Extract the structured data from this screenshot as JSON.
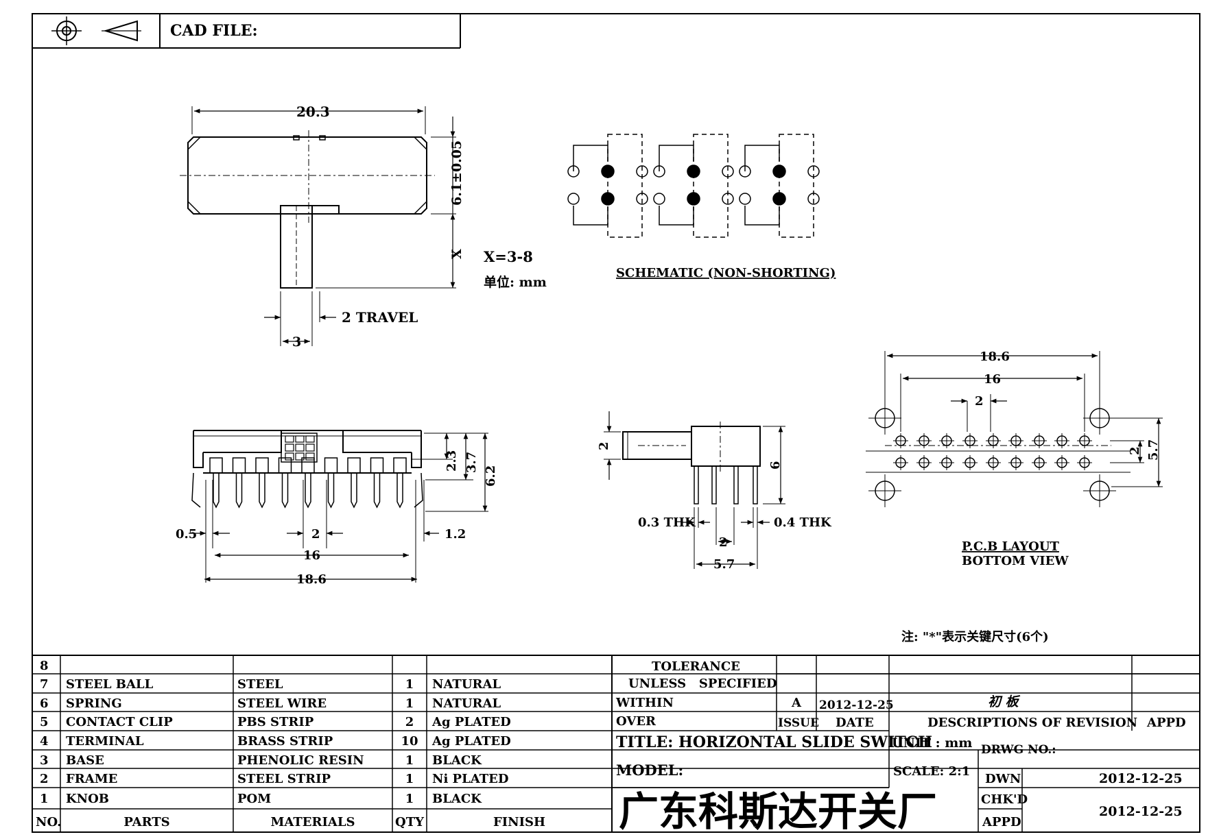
{
  "header": {
    "cad_file_label": "CAD FILE:",
    "projection_symbol_name": "third-angle-projection"
  },
  "top_view": {
    "dim_length": "20.3",
    "dim_height": "6.1±0.05",
    "dim_x": "X",
    "x_range": "X=3-8",
    "unit_label": "单位: mm",
    "travel_label": "2 TRAVEL",
    "knob_width": "3"
  },
  "schematic": {
    "title": "SCHEMATIC (NON-SHORTING)"
  },
  "front_view": {
    "dim_2_3": "2.3",
    "dim_3_7": "3.7",
    "dim_6_2": "6.2",
    "dim_0_5": "0.5",
    "dim_1_2": "1.2",
    "dim_pitch": "2",
    "dim_16": "16",
    "dim_18_6": "18.6"
  },
  "side_view": {
    "dim_2": "2",
    "dim_6": "6",
    "thk_left": "0.3 THK",
    "thk_right": "0.4 THK",
    "dim_pitch": "2",
    "dim_5_7": "5.7"
  },
  "pcb": {
    "dim_18_6": "18.6",
    "dim_16": "16",
    "dim_pitch": "2",
    "dim_row": "2",
    "dim_5_7": "5.7",
    "title_line1": "P.C.B LAYOUT",
    "title_line2": "BOTTOM VIEW"
  },
  "note": "注: \"*\"表示关键尺寸(6个)",
  "bom": {
    "header": {
      "no": "NO.",
      "parts": "PARTS",
      "materials": "MATERIALS",
      "qty": "QTY",
      "finish": "FINISH"
    },
    "rows": [
      {
        "no": "8",
        "parts": "",
        "materials": "",
        "qty": "",
        "finish": ""
      },
      {
        "no": "7",
        "parts": "STEEL BALL",
        "materials": "STEEL",
        "qty": "1",
        "finish": "NATURAL"
      },
      {
        "no": "6",
        "parts": "SPRING",
        "materials": "STEEL WIRE",
        "qty": "1",
        "finish": "NATURAL"
      },
      {
        "no": "5",
        "parts": "CONTACT CLIP",
        "materials": "PBS STRIP",
        "qty": "2",
        "finish": "Ag PLATED"
      },
      {
        "no": "4",
        "parts": "TERMINAL",
        "materials": "BRASS STRIP",
        "qty": "10",
        "finish": "Ag PLATED"
      },
      {
        "no": "3",
        "parts": "BASE",
        "materials": "PHENOLIC RESIN",
        "qty": "1",
        "finish": "BLACK"
      },
      {
        "no": "2",
        "parts": "FRAME",
        "materials": "STEEL STRIP",
        "qty": "1",
        "finish": "Ni PLATED"
      },
      {
        "no": "1",
        "parts": "KNOB",
        "materials": "POM",
        "qty": "1",
        "finish": "BLACK"
      }
    ]
  },
  "title_block": {
    "tolerance_line1": "TOLERANCE",
    "tolerance_line2": "UNLESS   SPECIFIED",
    "within": "WITHIN",
    "over": "OVER",
    "issue_value": "A",
    "issue_date": "2012-12-25",
    "revision_desc": "初 板",
    "issue_label": "ISSUE",
    "date_label": "DATE",
    "descriptions_label": "DESCRIPTIONS OF REVISION",
    "appd_label": "APPD",
    "title": "TITLE: HORIZONTAL SLIDE SWITCH",
    "unit": "UNIT : mm",
    "drwg_no": "DRWG NO.:",
    "model": "MODEL:",
    "scale": "SCALE: 2:1",
    "dwn_label": "DWN",
    "dwn_date": "2012-12-25",
    "chkd_label": "CHK'D",
    "chkd_date": "2012-12-25",
    "appd2_label": "APPD",
    "company": "广东科斯达开关厂"
  }
}
